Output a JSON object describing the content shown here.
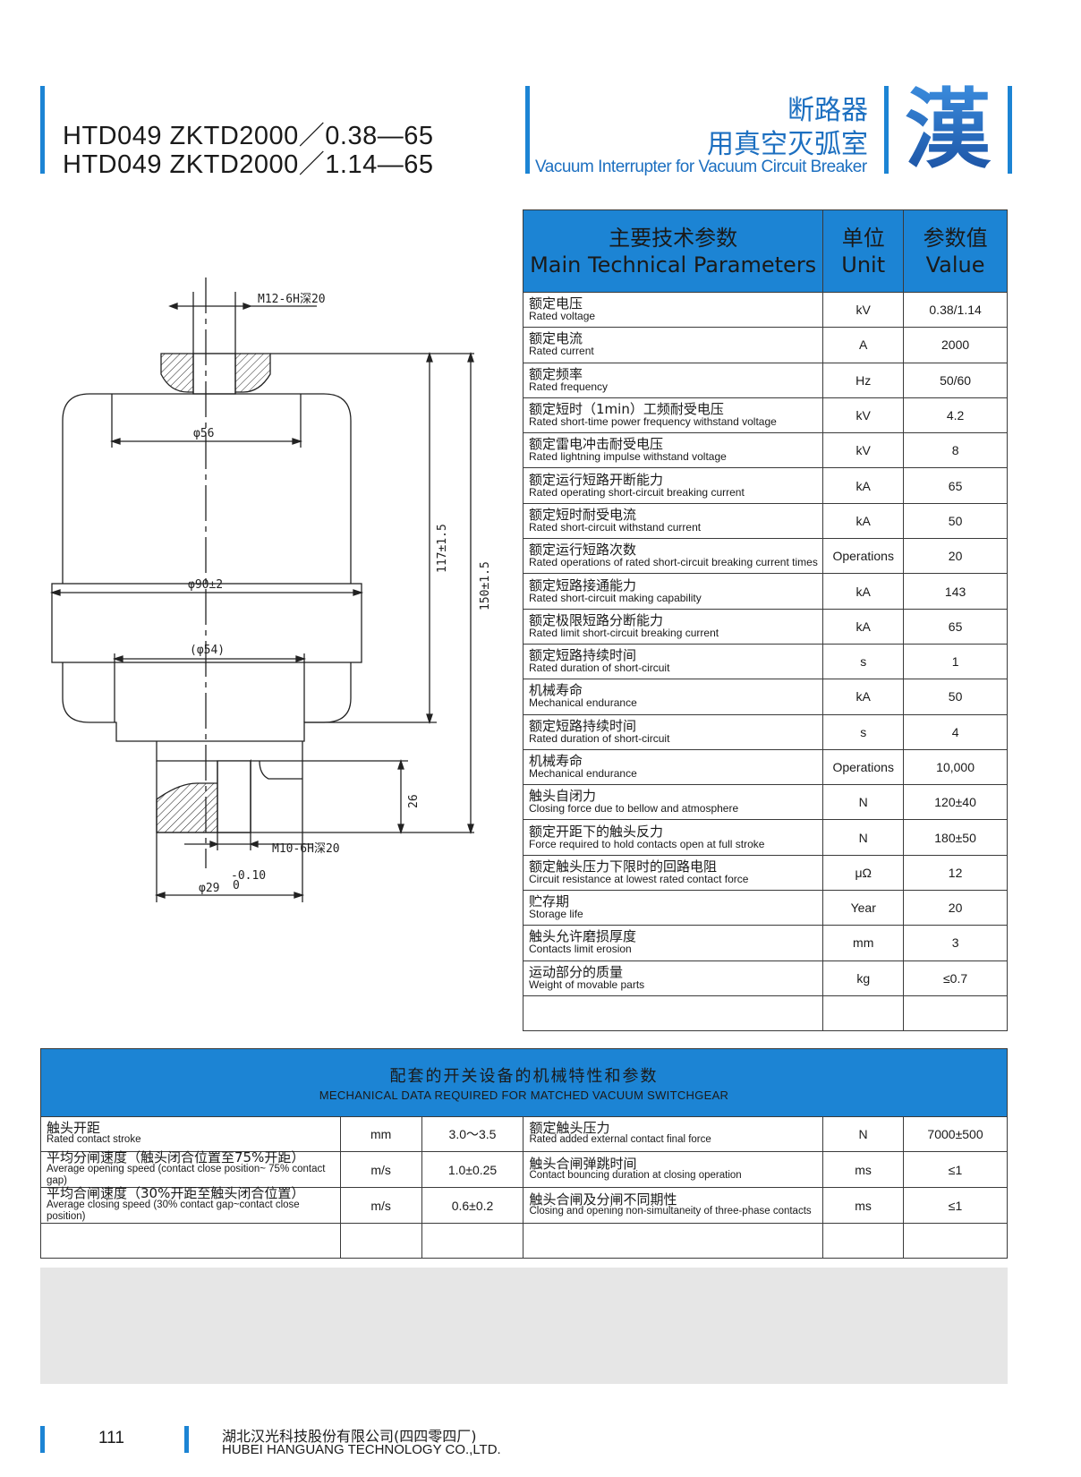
{
  "header": {
    "model_line1": "HTD049  ZKTD2000／0.38—65",
    "model_line2": "HTD049  ZKTD2000／1.14—65",
    "brand_cn_line1": "断路器",
    "brand_cn_line2": "用真空灭弧室",
    "brand_en": "Vacuum Interrupter for Vacuum Circuit Breaker",
    "logo_char": "漢"
  },
  "drawing": {
    "label_top_thread": "M12-6H深20",
    "label_phi56": "φ56",
    "label_phi90": "φ90±2",
    "label_phi54": "(φ54)",
    "label_117": "117±1.5",
    "label_150": "150±1.5",
    "label_26": "26",
    "label_bottom_thread": "M10-6H深20",
    "label_phi29": "φ29",
    "label_phi29_tol_upper": "-0.10",
    "label_phi29_tol_lower": "0"
  },
  "params": {
    "header_name_cn": "主要技术参数",
    "header_name_en": "Main Technical Parameters",
    "header_unit_cn": "单位",
    "header_unit_en": "Unit",
    "header_value_cn": "参数值",
    "header_value_en": "Value",
    "rows": [
      {
        "cn": "额定电压",
        "en": "Rated voltage",
        "unit": "kV",
        "value": "0.38/1.14"
      },
      {
        "cn": "额定电流",
        "en": "Rated current",
        "unit": "A",
        "value": "2000"
      },
      {
        "cn": "额定频率",
        "en": "Rated frequency",
        "unit": "Hz",
        "value": "50/60"
      },
      {
        "cn": "额定短时（1min）工频耐受电压",
        "en": "Rated short-time power frequency withstand voltage",
        "unit": "kV",
        "value": "4.2"
      },
      {
        "cn": "额定雷电冲击耐受电压",
        "en": "Rated lightning impulse withstand voltage",
        "unit": "kV",
        "value": "8"
      },
      {
        "cn": "额定运行短路开断能力",
        "en": "Rated operating short-circuit breaking current",
        "unit": "kA",
        "value": "65"
      },
      {
        "cn": "额定短时耐受电流",
        "en": "Rated short-circuit withstand current",
        "unit": "kA",
        "value": "50"
      },
      {
        "cn": "额定运行短路次数",
        "en": "Rated operations of rated short-circuit breaking current times",
        "unit": "Operations",
        "value": "20"
      },
      {
        "cn": "额定短路接通能力",
        "en": "Rated short-circuit making capability",
        "unit": "kA",
        "value": "143"
      },
      {
        "cn": "额定极限短路分断能力",
        "en": "Rated limit short-circuit breaking current",
        "unit": "kA",
        "value": "65"
      },
      {
        "cn": "额定短路持续时间",
        "en": "Rated duration of short-circuit",
        "unit": "s",
        "value": "1"
      },
      {
        "cn": "机械寿命",
        "en": "Mechanical endurance",
        "unit": "kA",
        "value": "50"
      },
      {
        "cn": "额定短路持续时间",
        "en": "Rated duration of short-circuit",
        "unit": "s",
        "value": "4"
      },
      {
        "cn": "机械寿命",
        "en": "Mechanical endurance",
        "unit": "Operations",
        "value": "10,000"
      },
      {
        "cn": "触头自闭力",
        "en": "Closing force due to bellow and atmosphere",
        "unit": "N",
        "value": "120±40"
      },
      {
        "cn": "额定开距下的触头反力",
        "en": "Force required to hold contacts open at full stroke",
        "unit": "N",
        "value": "180±50"
      },
      {
        "cn": "额定触头压力下限时的回路电阻",
        "en": "Circuit resistance at lowest rated contact force",
        "unit": "μΩ",
        "value": "12"
      },
      {
        "cn": "贮存期",
        "en": "Storage life",
        "unit": "Year",
        "value": "20"
      },
      {
        "cn": "触头允许磨损厚度",
        "en": "Contacts limit erosion",
        "unit": "mm",
        "value": "3"
      },
      {
        "cn": "运动部分的质量",
        "en": "Weight of movable parts",
        "unit": "kg",
        "value": "≤0.7"
      }
    ]
  },
  "mech": {
    "title_cn": "配套的开关设备的机械特性和参数",
    "title_en": "MECHANICAL DATA REQUIRED FOR MATCHED VACUUM SWITCHGEAR",
    "rows": [
      {
        "l_cn": "触头开距",
        "l_en": "Rated contact stroke",
        "l_unit": "mm",
        "l_val": "3.0～3.5",
        "r_cn": "额定触头压力",
        "r_en": "Rated added external contact final force",
        "r_unit": "N",
        "r_val": "7000±500"
      },
      {
        "l_cn": "平均分闸速度（触头闭合位置至75%开距）",
        "l_en": "Average opening speed (contact close position~ 75% contact gap)",
        "l_unit": "m/s",
        "l_val": "1.0±0.25",
        "r_cn": "触头合闸弹跳时间",
        "r_en": "Contact bouncing duration at closing operation",
        "r_unit": "ms",
        "r_val": "≤1"
      },
      {
        "l_cn": "平均合闸速度（30%开距至触头闭合位置）",
        "l_en": "Average closing speed (30% contact gap~contact close position)",
        "l_unit": "m/s",
        "l_val": "0.6±0.2",
        "r_cn": "触头合闸及分闸不同期性",
        "r_en": "Closing and opening non-simultaneity of three-phase contacts",
        "r_unit": "ms",
        "r_val": "≤1"
      }
    ]
  },
  "footer": {
    "page_number": "111",
    "company_cn": "湖北汉光科技股份有限公司(四四零四厂)",
    "company_en": "HUBEI HANGUANG TECHNOLOGY CO.,LTD."
  },
  "colors": {
    "accent": "#1c84d4",
    "brand_text": "#1c6fc0",
    "gray_panel": "#e6e6e6"
  }
}
